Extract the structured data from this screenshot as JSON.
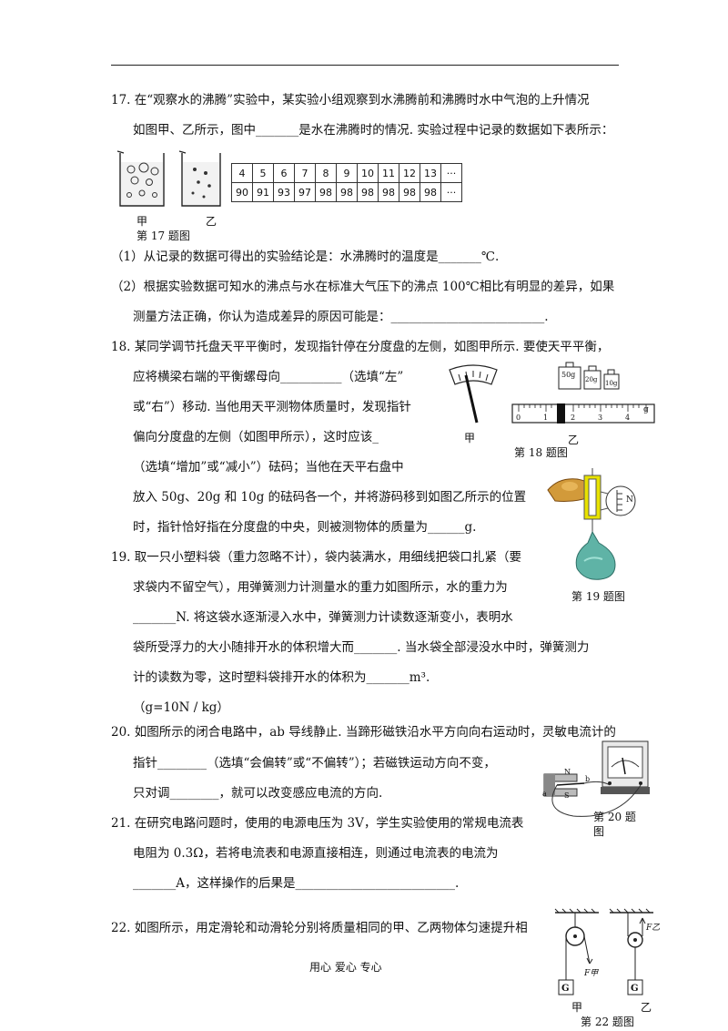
{
  "q17": {
    "line1": "17. 在“观察水的沸腾”实验中，某实验小组观察到水沸腾前和沸腾时水中气泡的上升情况",
    "line2": "如图甲、乙所示，图中_______是水在沸腾时的情况. 实验过程中记录的数据如下表所示：",
    "table": {
      "row1": [
        "4",
        "5",
        "6",
        "7",
        "8",
        "9",
        "10",
        "11",
        "12",
        "13",
        "···"
      ],
      "row2": [
        "90",
        "91",
        "93",
        "97",
        "98",
        "98",
        "98",
        "98",
        "98",
        "98",
        "···"
      ]
    },
    "label_jia": "甲",
    "label_yi": "乙",
    "caption": "第 17 题图",
    "sub1": "（1）从记录的数据可得出的实验结论是：水沸腾时的温度是_______℃.",
    "sub2a": "（2）根据实验数据可知水的沸点与水在标准大气压下的沸点 100℃相比有明显的差异，如果",
    "sub2b": "测量方法正确，你认为造成差异的原因可能是：_________________________."
  },
  "q18": {
    "line1": "18.  某同学调节托盘天平平衡时，发现指针停在分度盘的左侧，如图甲所示. 要使天平平衡，",
    "line2": "应将横梁右端的平衡螺母向__________（选填“左”",
    "line3": "或“右”）移动. 当他用天平测物体质量时，发现指针",
    "line4": "偏向分度盘的左侧（如图甲所示），这时应该_",
    "line5": "（选填“增加”或“减小”）砝码；当他在天平右盘中",
    "line6": "放入 50g、20g 和 10g 的砝码各一个，并将游码移到如图乙所示的位置",
    "line7": "时，指针恰好指在分度盘的中央，则被测物体的质量为______g.",
    "label_jia": "甲",
    "label_yi": "乙",
    "caption": "第 18 题图",
    "weights": [
      "50g",
      "20g",
      "10g"
    ],
    "ruler_nums": [
      "0",
      "1",
      "2",
      "3",
      "4",
      "5"
    ],
    "ruler_unit": "g"
  },
  "q19": {
    "line1": "19.  取一只小塑料袋（重力忽略不计），袋内装满水，用细线把袋口扎紧（要",
    "line2": "求袋内不留空气），用弹簧测力计测量水的重力如图所示，水的重力为",
    "line3": "_______N. 将这袋水逐渐浸入水中，弹簧测力计读数逐渐变小，表明水",
    "line4": "袋所受浮力的大小随排开水的体积增大而_______. 当水袋全部浸没水中时，弹簧测力",
    "line5": "计的读数为零，这时塑料袋排开水的体积为_______m³.",
    "line6": "（g=10N / kg）",
    "caption": "第 19 题图",
    "gauge_unit": "N"
  },
  "q20": {
    "line1": "20. 如图所示的闭合电路中，ab 导线静止. 当蹄形磁铁沿水平方向向右运动时，灵敏电流计的",
    "line2": "指针________（选填“会偏转”或“不偏转”）；若磁铁运动方向不变，",
    "line3": "只对调________，就可以改变感应电流的方向.",
    "caption_a": "第  20  题",
    "caption_b": "图",
    "mark_n": "N",
    "mark_s": "S",
    "mark_b": "b",
    "mark_a": "a"
  },
  "q21": {
    "line1": "21. 在研究电路问题时，使用的电源电压为 3V，学生实验使用的常规电流表",
    "line2": "电阻为 0.3Ω，若将电流表和电源直接相连，则通过电流表的电流为",
    "line3": "_______A，这样操作的后果是__________________________."
  },
  "q22": {
    "line1": "22. 如图所示，用定滑轮和动滑轮分别将质量相同的甲、乙两物体匀速提升相",
    "label_jia": "甲",
    "label_yi": "乙",
    "f_jia": "F甲",
    "f_yi": "F乙",
    "block": "G",
    "caption": "第 22 题图"
  },
  "footer": "用心    爱心    专心"
}
